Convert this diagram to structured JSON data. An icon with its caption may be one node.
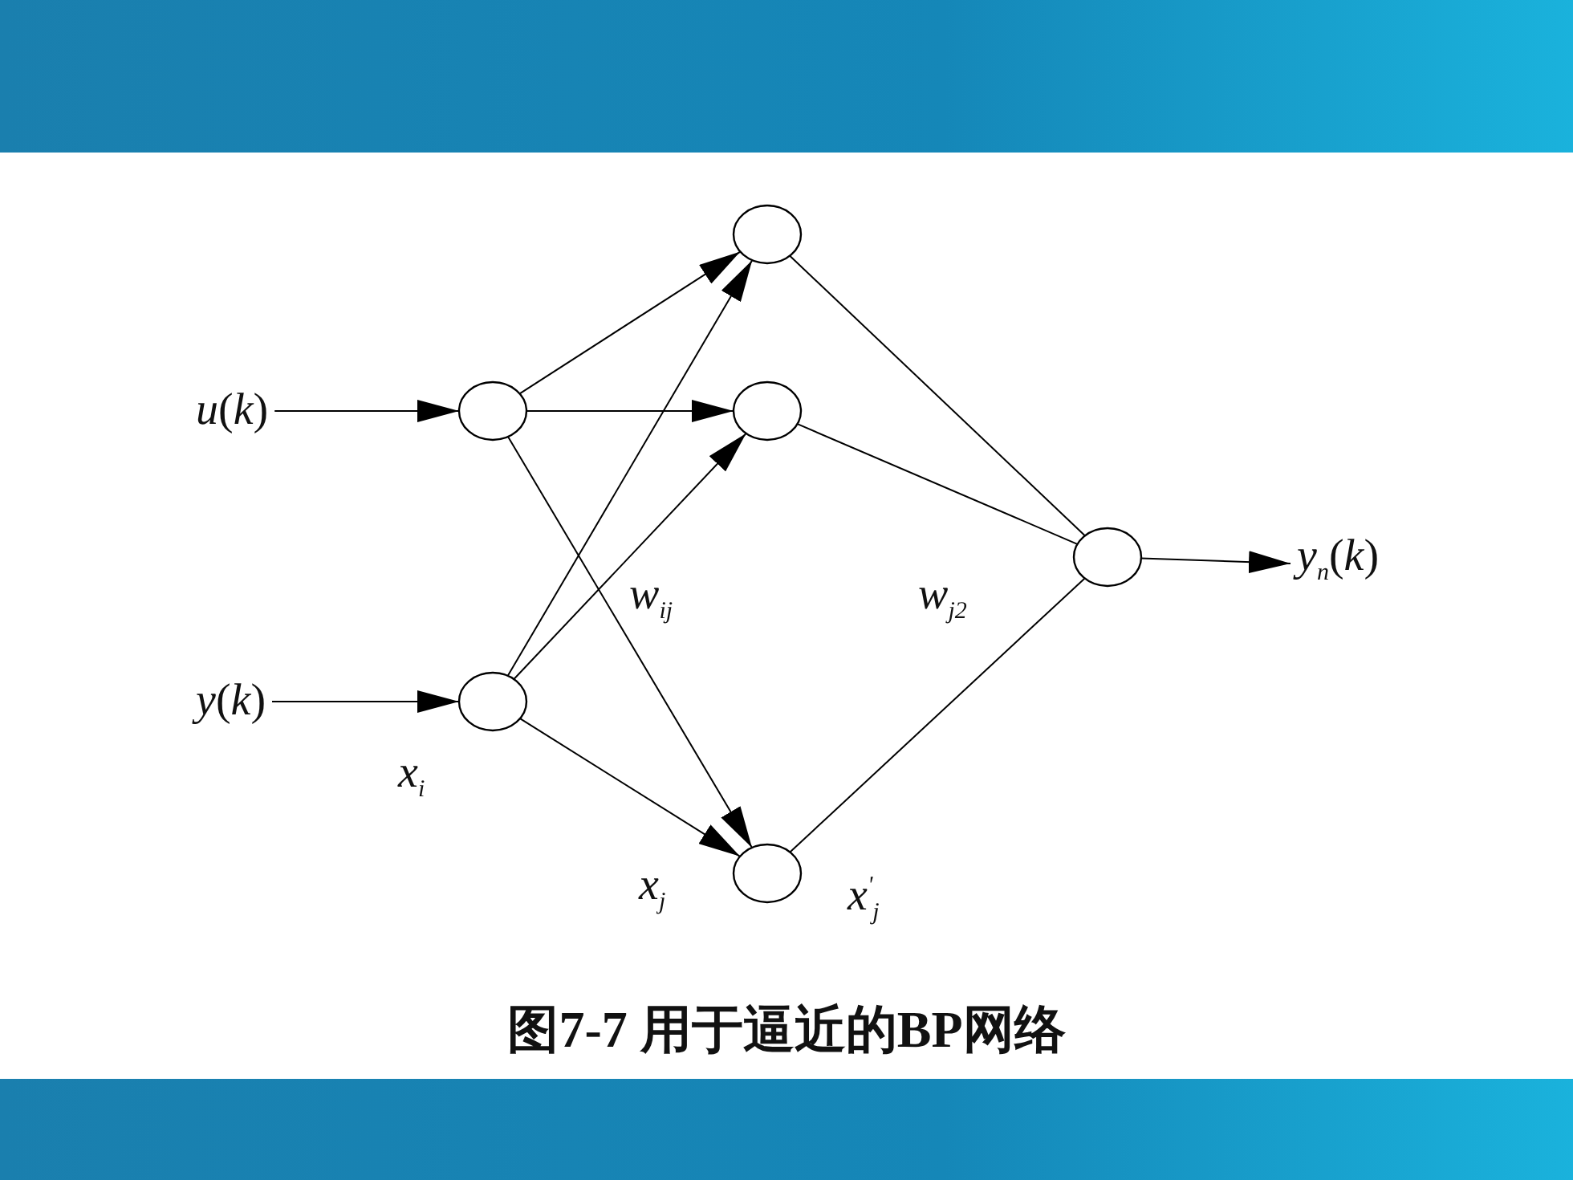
{
  "diagram": {
    "caption": "图7-7 用于逼近的BP网络",
    "nodes": [
      {
        "text": [
          "*u*(*k*)"
        ]
      },
      {
        "text": [
          "*y*(*k*)"
        ]
      },
      {
        "text": [],
        "shape": "circle"
      },
      {
        "text": [],
        "shape": "circle"
      },
      {
        "text": [],
        "shape": "circle"
      },
      {
        "text": [],
        "shape": "circle"
      },
      {
        "text": [],
        "shape": "circle"
      },
      {
        "text": [],
        "shape": "circle"
      },
      {
        "text": [
          "*y*$_{n}$(*k*)"
        ]
      }
    ],
    "edges": [
      {
        "from": 0,
        "to": 2,
        "arrow": "to"
      },
      {
        "from": 1,
        "to": 3,
        "arrow": "to"
      },
      {
        "from": 2,
        "to": 4,
        "arrow": "to"
      },
      {
        "from": 2,
        "to": 5,
        "arrow": "to"
      },
      {
        "from": 2,
        "to": 6,
        "arrow": "to"
      },
      {
        "from": 3,
        "to": 4,
        "arrow": "to"
      },
      {
        "from": 3,
        "to": 5,
        "arrow": "to"
      },
      {
        "from": 3,
        "to": 6,
        "arrow": "to"
      },
      {
        "from": 4,
        "to": 7,
        "arrow": "none"
      },
      {
        "from": 5,
        "to": 7,
        "arrow": "none"
      },
      {
        "from": 6,
        "to": 7,
        "arrow": "none"
      },
      {
        "from": 7,
        "to": 8,
        "arrow": "to"
      }
    ],
    "labels": [
      "*w*$_{ij}$",
      "*w*$_{j2}$",
      "*x*$_{i}$",
      "*x*$_{j}$",
      "*x*$^{'}$$_{j}$"
    ]
  }
}
